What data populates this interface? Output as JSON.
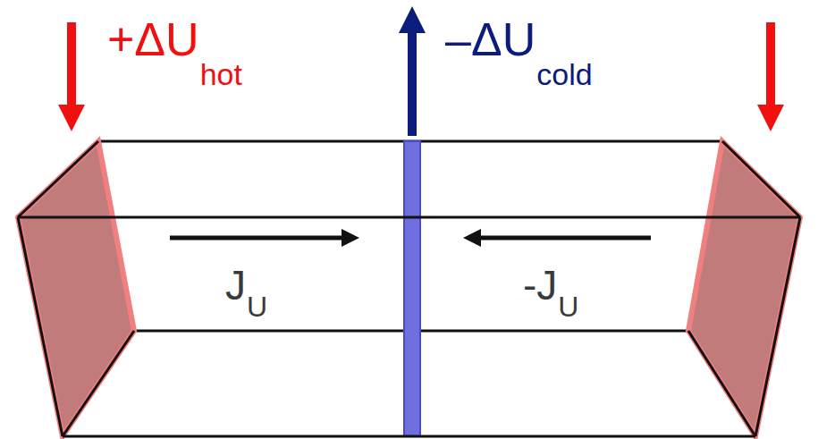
{
  "diagram": {
    "labels": [
      "+ΔU",
      "hot",
      "–ΔU",
      "cold",
      "J",
      "U",
      "-J",
      "U"
    ]
  }
}
